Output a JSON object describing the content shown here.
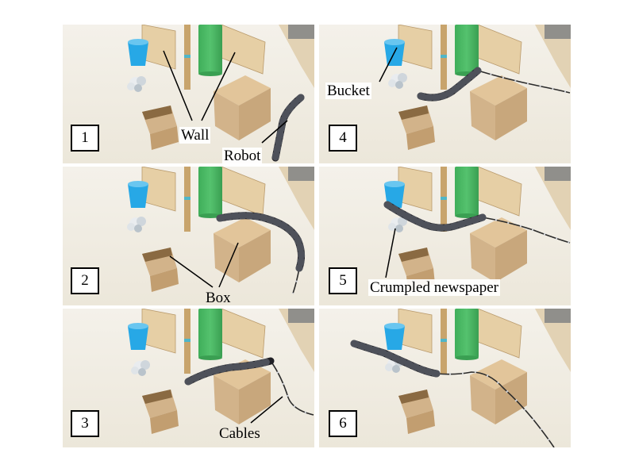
{
  "figure": {
    "panels": [
      {
        "number": "1"
      },
      {
        "number": "2"
      },
      {
        "number": "3"
      },
      {
        "number": "4"
      },
      {
        "number": "5"
      },
      {
        "number": "6"
      }
    ],
    "labels": {
      "wall": "Wall",
      "robot": "Robot",
      "box": "Box",
      "cables": "Cables",
      "bucket": "Bucket",
      "crumpled_newspaper": "Crumpled newspaper"
    },
    "colors": {
      "floor": "#ece7da",
      "wall_board": "#e6cfa5",
      "cardboard": "#d2b38a",
      "bucket": "#27a8e6",
      "pole": "#c8a46c",
      "green_tube": "#55c26e",
      "robot": "#1f1f24"
    }
  }
}
